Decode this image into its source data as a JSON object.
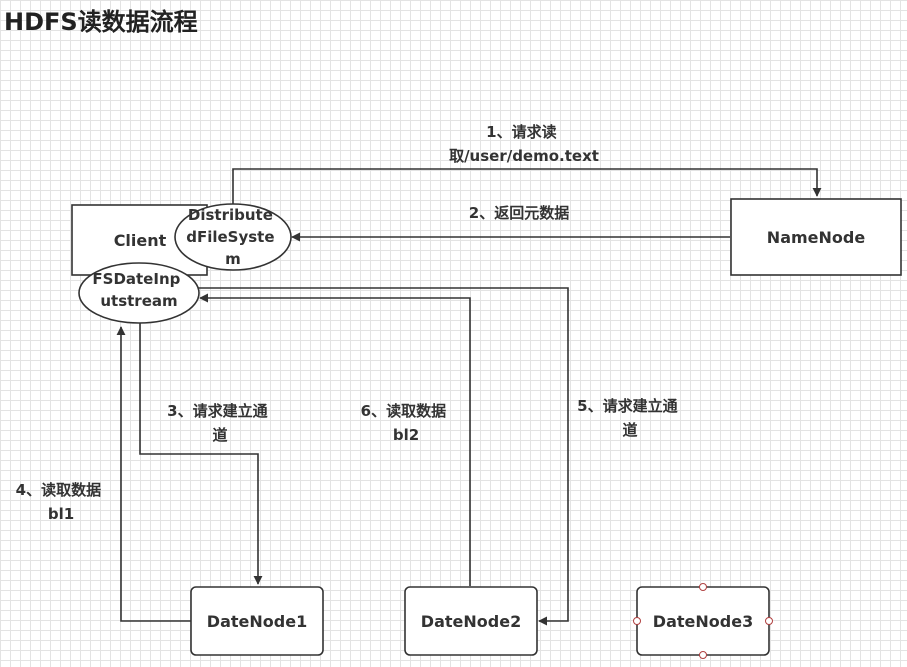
{
  "title": "HDFS读数据流程",
  "nodes": {
    "client": "Client",
    "distributed_fs": [
      "Distribute",
      "dFileSyste",
      "m"
    ],
    "fs_input": [
      "FSDateInp",
      "utstream"
    ],
    "namenode": "NameNode",
    "datanode1": "DateNode1",
    "datanode2": "DateNode2",
    "datanode3": "DateNode3"
  },
  "edges": {
    "step1": [
      "1、请求读",
      "取/user/demo.text"
    ],
    "step2": [
      "2、返回元数据"
    ],
    "step3": [
      "3、请求建立通",
      "道"
    ],
    "step4": [
      "4、读取数据",
      "bl1"
    ],
    "step5": [
      "5、请求建立通",
      "道"
    ],
    "step6": [
      "6、读取数据",
      "bl2"
    ]
  },
  "colors": {
    "stroke": "#333333",
    "handle_stroke": "#b04040",
    "grid": "#e3e3e3"
  }
}
